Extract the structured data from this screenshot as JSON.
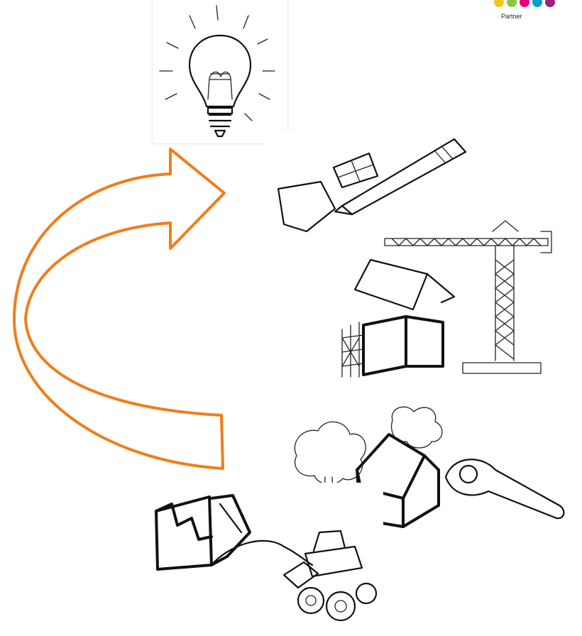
{
  "logo": {
    "label": "Partner",
    "dot_colors": [
      "#f3c41b",
      "#8cc63f",
      "#e5007e",
      "#00a0c6",
      "#9b1e83"
    ]
  },
  "arrow": {
    "color": "#f07d1a",
    "icon": "curved-arrow-icon"
  },
  "sketches": [
    {
      "name": "idea",
      "icon": "lightbulb-icon"
    },
    {
      "name": "planning",
      "icon": "pencil-plan-icon"
    },
    {
      "name": "construction",
      "icon": "crane-house-icon"
    },
    {
      "name": "handover",
      "icon": "house-key-icon"
    },
    {
      "name": "demolition",
      "icon": "excavator-icon"
    }
  ]
}
